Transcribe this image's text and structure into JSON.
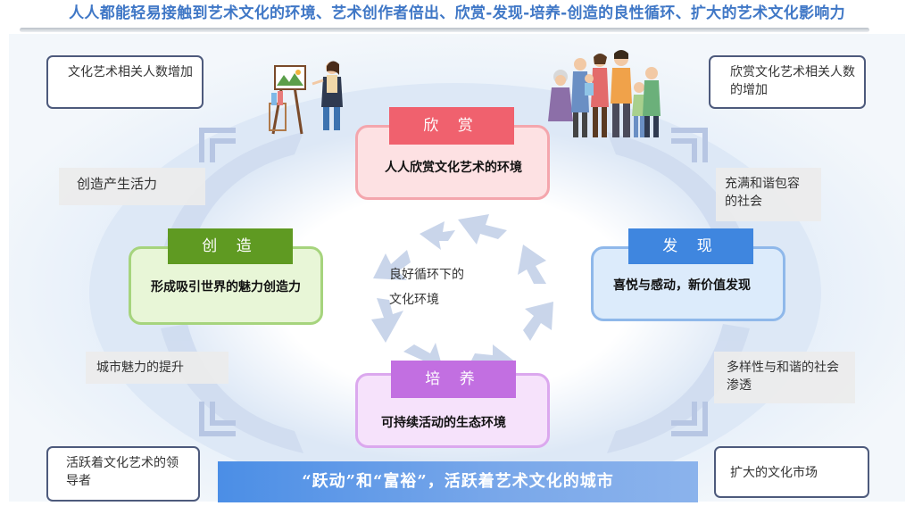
{
  "title": "人人都能轻易接触到艺术文化的环境、艺术创作者倍出、欣赏-发现-培养-创造的良性循环、扩大的艺术文化影响力",
  "center_text": "良好循环下的\n文化环境",
  "stages": {
    "appreciate": {
      "label": "欣 赏",
      "text": "人人欣赏文化艺术的环境"
    },
    "discover": {
      "label": "发 现",
      "text": "喜悦与感动，新价值发现"
    },
    "cultivate": {
      "label": "培 养",
      "text": "可持续活动的生态环境"
    },
    "create": {
      "label": "创 造",
      "text": "形成吸引世界的魅力创造力"
    }
  },
  "notes": {
    "top_left": "文化艺术相关人数增加",
    "top_right": "欣赏文化艺术相关人数的增加",
    "mid_left_upper": "创造产生活力",
    "mid_right_upper": "充满和谐包容的社会",
    "mid_left_lower": "城市魅力的提升",
    "mid_right_lower": "多样性与和谐的社会渗透",
    "bottom_left": "活跃着文化艺术的领导者",
    "bottom_right": "扩大的文化市场"
  },
  "bottom_banner": "“跃动”和“富裕”，活跃着艺术文化的城市",
  "colors": {
    "title": "#3f77c6",
    "appreciate_tab": "#f0616e",
    "appreciate_card": "#fde1e3",
    "discover_tab": "#3f86df",
    "discover_card": "#dcebfb",
    "cultivate_tab": "#c26fe1",
    "cultivate_card": "#f6e2fb",
    "create_tab": "#5f9a22",
    "create_card": "#e8f6d7",
    "arrows": "#c9d5ea"
  },
  "icons": [
    "painter-illustration",
    "family-illustration",
    "corner-bracket-icon",
    "circular-arrows-icon"
  ]
}
